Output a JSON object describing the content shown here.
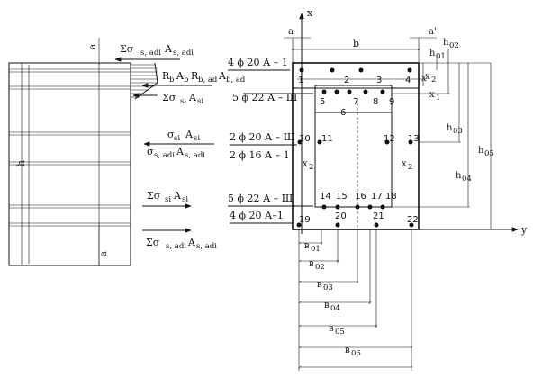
{
  "axes": {
    "x": "x",
    "y": "y"
  },
  "dims": {
    "a": "a",
    "a_prime": "a'",
    "b": "b",
    "h": "h",
    "h01": "h",
    "h01_sub": "01",
    "h02": "h",
    "h02_sub": "02",
    "h03": "h",
    "h03_sub": "03",
    "h04": "h",
    "h04_sub": "04",
    "h05": "h",
    "h05_sub": "05",
    "x": "x",
    "x1": "x",
    "x1_sub": "1",
    "x2": "x",
    "x2_sub": "2",
    "a_mid": "a",
    "a_left": "a"
  },
  "bottom_dims": [
    {
      "main": "в",
      "sub": "01"
    },
    {
      "main": "в",
      "sub": "02"
    },
    {
      "main": "в",
      "sub": "03"
    },
    {
      "main": "в",
      "sub": "04"
    },
    {
      "main": "в",
      "sub": "05"
    },
    {
      "main": "в",
      "sub": "06"
    }
  ],
  "rebar_labels": {
    "r1": "4 ϕ 20 А – 1",
    "r2": "5 ϕ 22 А – Ш",
    "r3": "2 ϕ 20 А – Ш",
    "r4": "2 ϕ 16 А – 1",
    "r5": "5 ϕ 22 А – Ш",
    "r6": "4 ϕ 20 А–1"
  },
  "bar_numbers": [
    "1",
    "2",
    "3",
    "4",
    "5",
    "6",
    "7",
    "8",
    "9",
    "10",
    "11",
    "12",
    "13",
    "14",
    "15",
    "16",
    "17",
    "18",
    "19",
    "20",
    "21",
    "22"
  ],
  "forces": {
    "sum_s_adi": "Σσ",
    "sum_s_adi_sub": "s, adi",
    "sum_s_adi_A": "A",
    "sum_s_adi_A_sub": "s, adi",
    "rb": "R",
    "rb_sub": "b",
    "ab": "A",
    "ab_sub": "b",
    "rb_ad": "R",
    "rb_ad_sub": "b, ad",
    "ab_ad": "A",
    "ab_ad_sub": "b, ad",
    "sum_si": "Σσ",
    "sum_si_sub": "si",
    "sum_si_A": "A",
    "sum_si_A_sub": "si",
    "sig_si": "σ",
    "sig_si_sub": "si",
    "sig_si_A": "A",
    "sig_si_A_sub": "si",
    "sig_s_adi": "σ",
    "sig_s_adi_sub": "s, adi",
    "sig_s_adi_A": "A",
    "sig_s_adi_A_sub": "s, adi",
    "sum2_si": "Σσ",
    "sum2_si_sub": "si",
    "sum2_si_A": "A",
    "sum2_si_A_sub": "si",
    "sum2_s_adi": "Σσ",
    "sum2_s_adi_sub": "s, adi",
    "sum2_s_adi_A": "A",
    "sum2_s_adi_A_sub": "s, adi"
  }
}
